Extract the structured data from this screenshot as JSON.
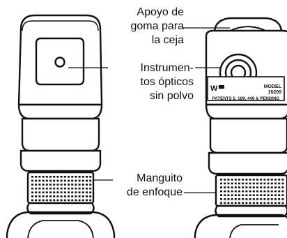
{
  "callouts": {
    "brow_rest": [
      "Apoyo de",
      "goma para",
      "la ceja"
    ],
    "optics": [
      "Instrumen-",
      "tos ópticos",
      "sin polvo"
    ],
    "focus_sleeve": [
      "Manguito",
      "de enfoque"
    ]
  },
  "device_back": {
    "badge_model_label": "MODEL",
    "badge_model_number": "16200",
    "patents": "PATENTS 5, 189, 449 & PENDING"
  },
  "colors": {
    "line": "#111111",
    "background": "#ffffff"
  }
}
